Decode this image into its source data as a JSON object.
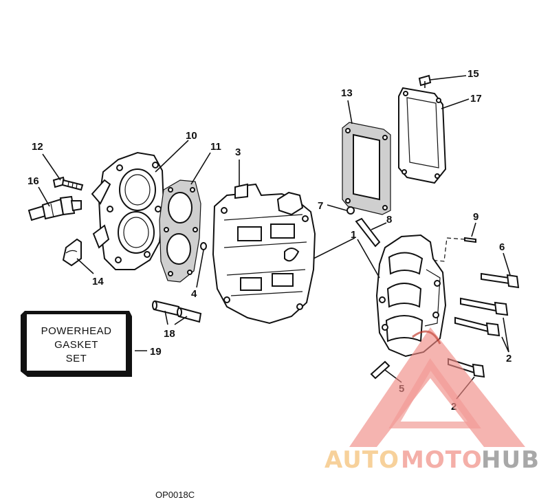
{
  "callouts": [
    {
      "id": "c1",
      "text": "1"
    },
    {
      "id": "c2a",
      "text": "2"
    },
    {
      "id": "c2b",
      "text": "2"
    },
    {
      "id": "c3",
      "text": "3"
    },
    {
      "id": "c4",
      "text": "4"
    },
    {
      "id": "c5",
      "text": "5"
    },
    {
      "id": "c6",
      "text": "6"
    },
    {
      "id": "c7",
      "text": "7"
    },
    {
      "id": "c8",
      "text": "8"
    },
    {
      "id": "c9",
      "text": "9"
    },
    {
      "id": "c10",
      "text": "10"
    },
    {
      "id": "c11",
      "text": "11"
    },
    {
      "id": "c12",
      "text": "12"
    },
    {
      "id": "c13",
      "text": "13"
    },
    {
      "id": "c14",
      "text": "14"
    },
    {
      "id": "c15",
      "text": "15"
    },
    {
      "id": "c16",
      "text": "16"
    },
    {
      "id": "c17",
      "text": "17"
    },
    {
      "id": "c18",
      "text": "18"
    },
    {
      "id": "c19",
      "text": "19"
    }
  ],
  "gasket_box": {
    "line1": "POWERHEAD",
    "line2": "GASKET",
    "line3": "SET"
  },
  "figure_code": "OP0018C",
  "watermark": {
    "auto": "AUTO",
    "moto": "MOTO",
    "hub": "HUB",
    "colors": {
      "auto": "#f6c98a",
      "moto": "#f3a29a",
      "hub": "#9a9a9a",
      "triangle": "#f08a84"
    }
  }
}
